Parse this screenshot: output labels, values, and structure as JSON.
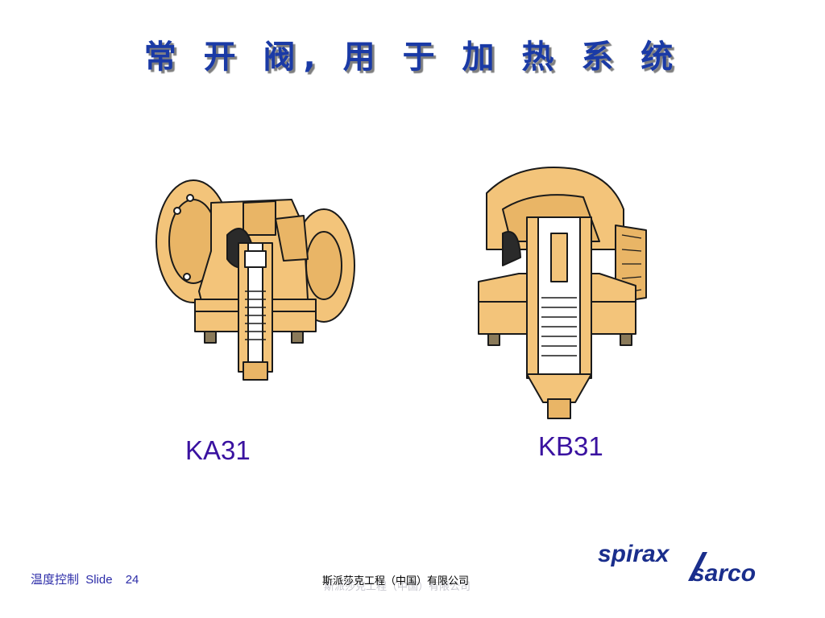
{
  "slide": {
    "title": "常 开 阀, 用 于 加 热 系 统",
    "valves": [
      {
        "label": "KA31"
      },
      {
        "label": "KB31"
      }
    ],
    "footer": {
      "section": "温度控制",
      "slide_word": "Slide",
      "slide_number": "24",
      "company": "斯派莎克工程（中国）有限公司"
    },
    "logo": {
      "line1": "spirax",
      "line2": "sarco",
      "color": "#1a2e8c"
    },
    "colors": {
      "title": "#1a3aa6",
      "valve_body": "#f3c47a",
      "label": "#3a12a0"
    }
  }
}
